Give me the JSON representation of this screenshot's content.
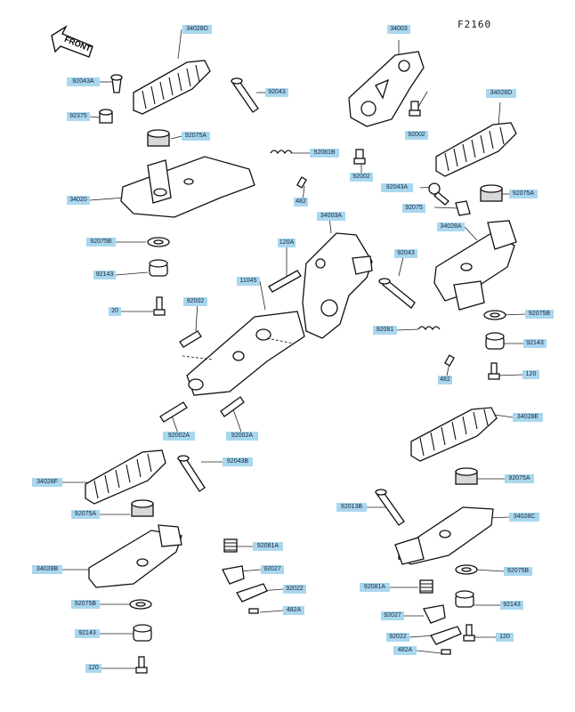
{
  "diagram": {
    "code": "F2160",
    "front_label": "FRONT",
    "labels": [
      "34028D",
      "92043A",
      "92375",
      "92043",
      "92075A",
      "34020",
      "92081B",
      "482",
      "92075B",
      "92143",
      "20",
      "34003",
      "92002",
      "34028D",
      "92002",
      "92043A",
      "92075A",
      "92075",
      "34003A",
      "120A",
      "11045",
      "92002",
      "34028A",
      "92043",
      "92081",
      "92075B",
      "92143",
      "482",
      "120",
      "92002A",
      "92002A",
      "34028E",
      "92043B",
      "34028F",
      "92075A",
      "92081A",
      "34028B",
      "92027",
      "92022",
      "92075B",
      "482A",
      "92143",
      "120",
      "92013B",
      "92075A",
      "34028C",
      "92075B",
      "92081A",
      "92143",
      "92027",
      "92022",
      "120",
      "482A"
    ]
  }
}
